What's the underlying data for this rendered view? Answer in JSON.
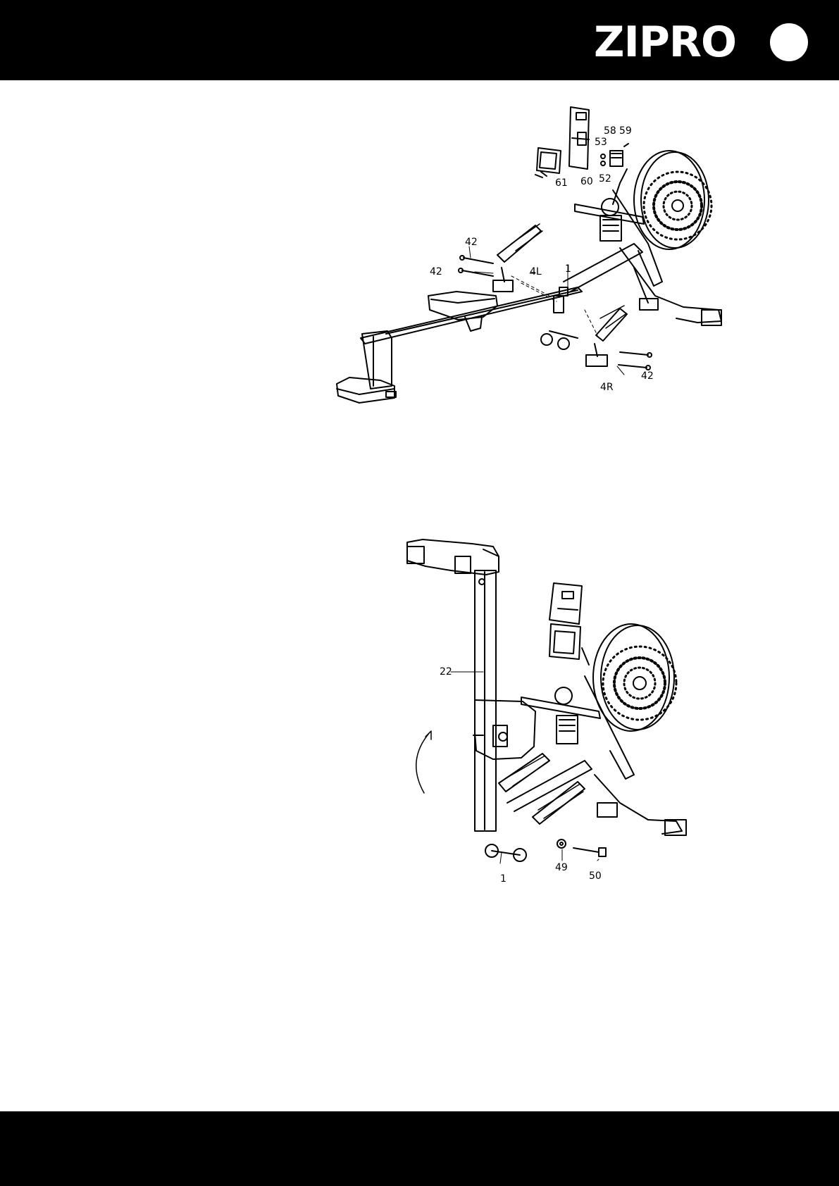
{
  "header": {
    "brand": "ZIPRO"
  },
  "diagram1": {
    "labels": [
      {
        "id": "61",
        "text": "61"
      },
      {
        "id": "60",
        "text": "60"
      },
      {
        "id": "52",
        "text": "52"
      },
      {
        "id": "53",
        "text": "53"
      },
      {
        "id": "58",
        "text": "58"
      },
      {
        "id": "59",
        "text": "59"
      },
      {
        "id": "42a",
        "text": "42"
      },
      {
        "id": "42b",
        "text": "42"
      },
      {
        "id": "4L",
        "text": "4L"
      },
      {
        "id": "1",
        "text": "1"
      },
      {
        "id": "42c",
        "text": "42"
      },
      {
        "id": "4R",
        "text": "4R"
      }
    ]
  },
  "diagram2": {
    "labels": [
      {
        "id": "22",
        "text": "22"
      },
      {
        "id": "1",
        "text": "1"
      },
      {
        "id": "49",
        "text": "49"
      },
      {
        "id": "50",
        "text": "50"
      }
    ]
  }
}
